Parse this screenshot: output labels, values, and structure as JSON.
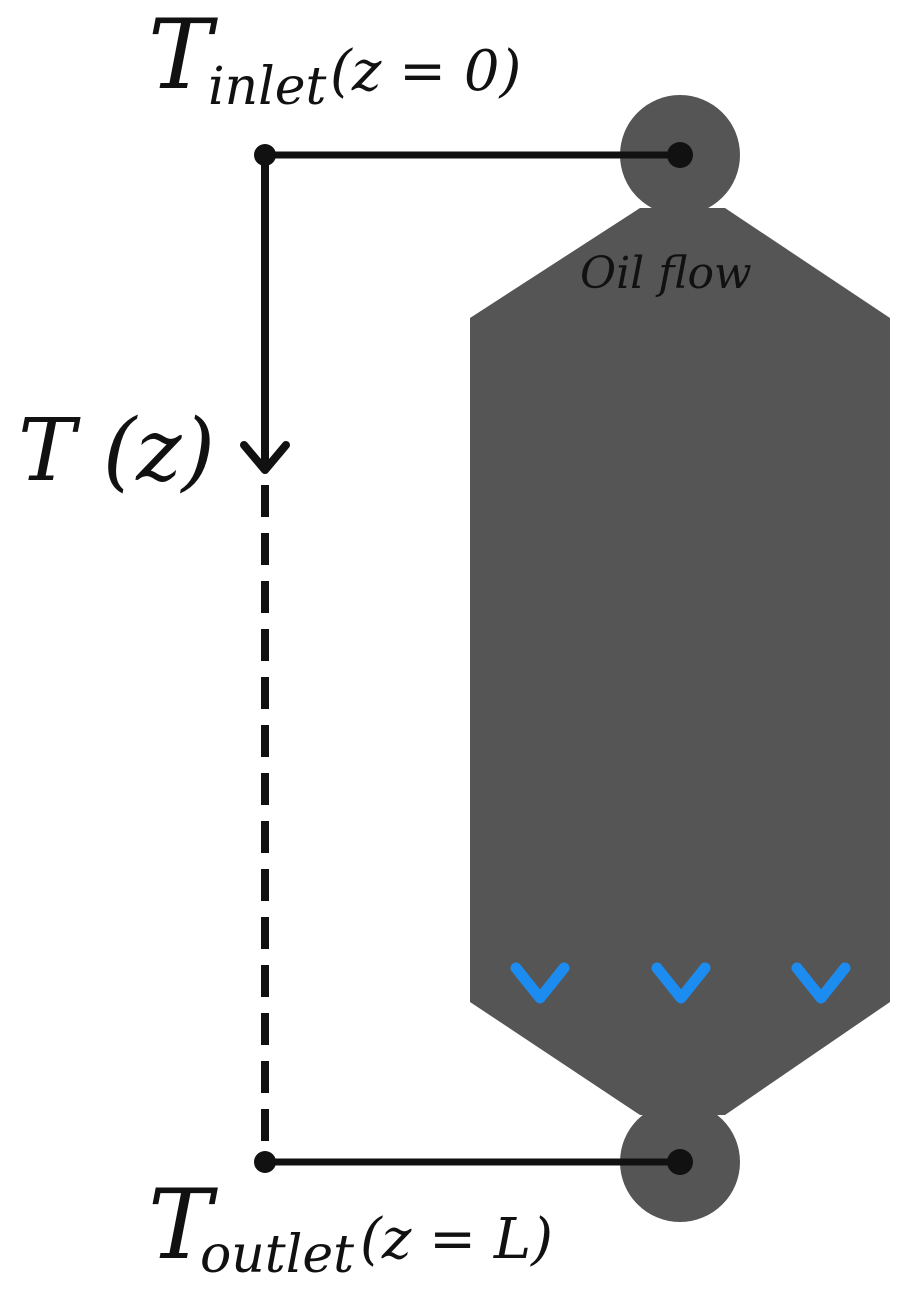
{
  "labels": {
    "inlet_symbol": "T",
    "inlet_subscript": "inlet",
    "inlet_argument": "(z = 0)",
    "profile_symbol": "T (z)",
    "outlet_symbol": "T",
    "outlet_subscript": "outlet",
    "outlet_argument": "(z = L)",
    "flow_label": "Oil flow"
  },
  "colors": {
    "body_fill": "#555555",
    "hot": "#e8242a",
    "mid": "#e8b8a6",
    "cool": "#c8cfe0",
    "cold": "#1c8cf0",
    "line": "#111111"
  },
  "icons": {
    "flow_arrow": "down-arrow-icon",
    "profile_arrow": "down-arrow-icon"
  }
}
